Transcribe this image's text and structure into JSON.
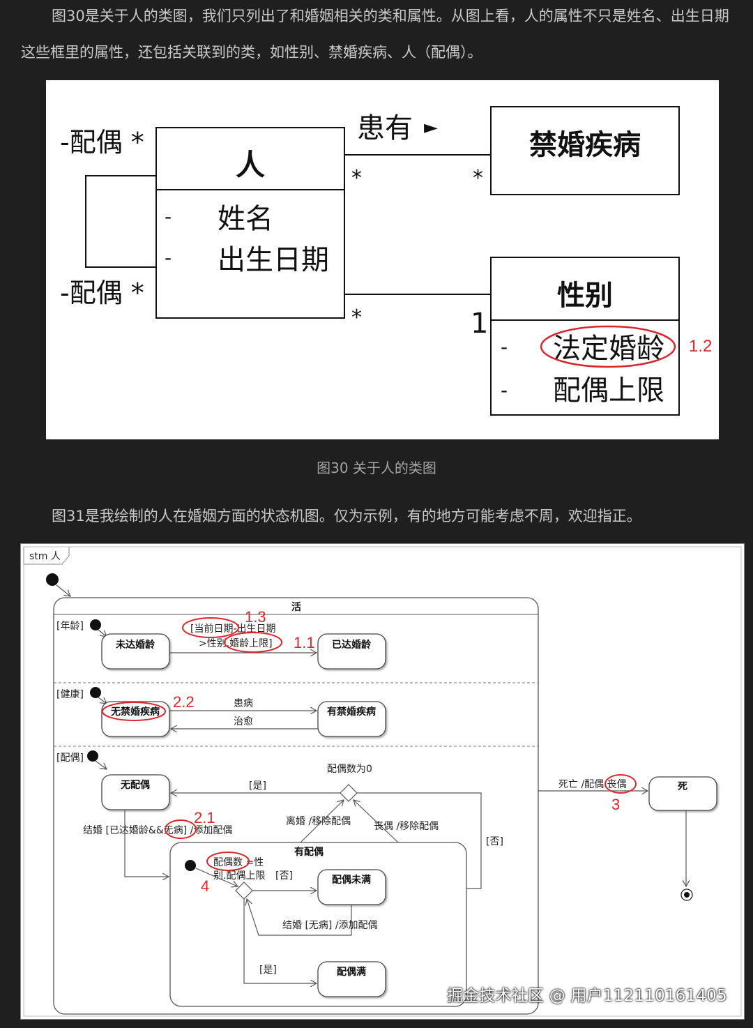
{
  "article": {
    "para1": "图30是关于人的类图，我们只列出了和婚姻相关的类和属性。从图上看，人的属性不只是姓名、出生日期这些框里的属性，还包括关联到的类，如性别、禁婚疾病、人（配偶）。",
    "caption1": "图30 关于人的类图",
    "para2": "图31是我绘制的人在婚姻方面的状态机图。仅为示例，有的地方可能考虑不周，欢迎指正。"
  },
  "class_diagram": {
    "person": {
      "name": "人",
      "attr_dash": "-",
      "attr1": "姓名",
      "attr2": "出生日期"
    },
    "spouse_role_top": "-配偶 *",
    "spouse_role_bottom": "-配偶 *",
    "assoc_label": "患有",
    "assoc_arrow": "►",
    "mult_star": "*",
    "mult_one": "1",
    "disease": {
      "name": "禁婚疾病"
    },
    "gender": {
      "name": "性别",
      "attr1": "法定婚龄",
      "attr2": "配偶上限"
    },
    "annotation_12": "1.2",
    "annotation_color": "#d9262b"
  },
  "state_diagram": {
    "frame_label": "stm 人",
    "alive_label": "活",
    "region_age": "[年龄]",
    "region_health": "[健康]",
    "region_spouse": "[配偶]",
    "states": {
      "underage": "未达婚龄",
      "of_age": "已达婚龄",
      "no_disease": "无禁婚疾病",
      "has_disease": "有禁婚疾病",
      "no_spouse": "无配偶",
      "has_spouse": "有配偶",
      "spouse_not_full": "配偶未满",
      "spouse_full": "配偶满",
      "dead": "死"
    },
    "transitions": {
      "age_guard_line1": "[当前日期-出生日期",
      "age_guard_line2": ">性别.婚龄上限]",
      "ill": "患病",
      "cured": "治愈",
      "count_zero": "配偶数为0",
      "yes": "[是]",
      "no": "[否]",
      "divorce": "离婚 /移除配偶",
      "widowed": "丧偶 /移除配偶",
      "marry_first": "结婚 [已达婚龄&&无病] /添加配偶",
      "choice_guard_line1": "配偶数 =性",
      "choice_guard_line2": "别.配偶上限",
      "marry_more": "结婚 [无病] /添加配偶",
      "death": "死亡 /配偶.丧偶"
    },
    "annotations": {
      "a13": "1.3",
      "a11": "1.1",
      "a22": "2.2",
      "a21": "2.1",
      "a4": "4",
      "a3": "3"
    }
  },
  "watermark": "掘金技术社区 @ 用户112110161405"
}
